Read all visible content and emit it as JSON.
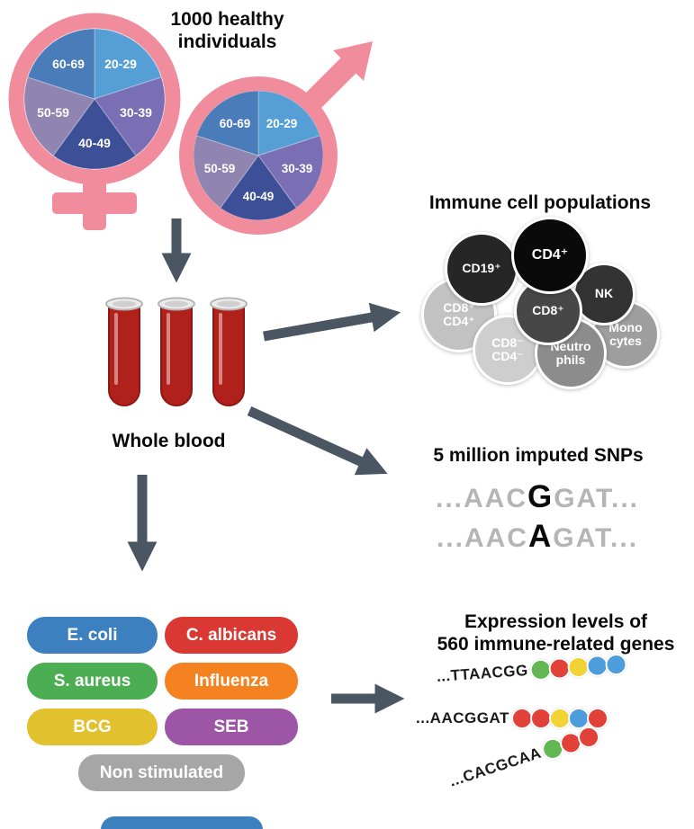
{
  "cohort": {
    "title_line1": "1000 healthy",
    "title_line2": "individuals",
    "age_groups": [
      "20-29",
      "30-39",
      "40-49",
      "50-59",
      "60-69"
    ],
    "pie_colors": {
      "a20": "#569fd6",
      "a30": "#7a6fb4",
      "a40": "#3d4f97",
      "a50": "#8f85b0",
      "a60": "#4a7cba"
    },
    "symbol_color": "#f18c9c"
  },
  "blood": {
    "label": "Whole blood",
    "color": "#b0211b"
  },
  "cells": {
    "title": "Immune cell populations",
    "items": [
      {
        "label": "CD19⁺",
        "color": "#262626"
      },
      {
        "label": "CD4⁺",
        "color": "#0a0a0a"
      },
      {
        "label": "NK",
        "color": "#333333"
      },
      {
        "label": "CD8⁺",
        "color": "#474747"
      },
      {
        "label": "CD8⁺\nCD4⁺",
        "color": "#c2c2c2"
      },
      {
        "label": "CD8⁻\nCD4⁻",
        "color": "#cecece"
      },
      {
        "label": "Neutro\nphils",
        "color": "#8c8c8c"
      },
      {
        "label": "Mono\ncytes",
        "color": "#9e9e9e"
      }
    ]
  },
  "snps": {
    "title": "5 million imputed SNPs",
    "sequences": [
      {
        "prefix": "...AAC",
        "variant": "G",
        "suffix": "GAT..."
      },
      {
        "prefix": "...AAC",
        "variant": "A",
        "suffix": "GAT..."
      }
    ]
  },
  "stimulations": [
    {
      "label": "E. coli",
      "color": "#3c80c0"
    },
    {
      "label": "C. albicans",
      "color": "#da3832"
    },
    {
      "label": "S. aureus",
      "color": "#4cae52"
    },
    {
      "label": "Influenza",
      "color": "#f58220"
    },
    {
      "label": "BCG",
      "color": "#e2c12f"
    },
    {
      "label": "SEB",
      "color": "#9c56a5"
    },
    {
      "label": "Non stimulated",
      "color": "#a6a6a6"
    }
  ],
  "expression": {
    "title_line1": "Expression levels of",
    "title_line2": "560 immune-related genes",
    "sequences": [
      {
        "text": "...TTAACGG",
        "dots": [
          "#63b854",
          "#e2413a",
          "#f1d335",
          "#4d9ddd",
          "#4d9ddd"
        ]
      },
      {
        "text": "...AACGGAT",
        "dots": [
          "#e2413a",
          "#e2413a",
          "#f1d335",
          "#4d9ddd",
          "#e2413a"
        ]
      },
      {
        "text": "...CACGCAA",
        "dots": [
          "#63b854",
          "#e2413a",
          "#e2413a"
        ]
      }
    ]
  },
  "arrow_color": "#4a5662",
  "partial_pill_color": "#3c80c0"
}
